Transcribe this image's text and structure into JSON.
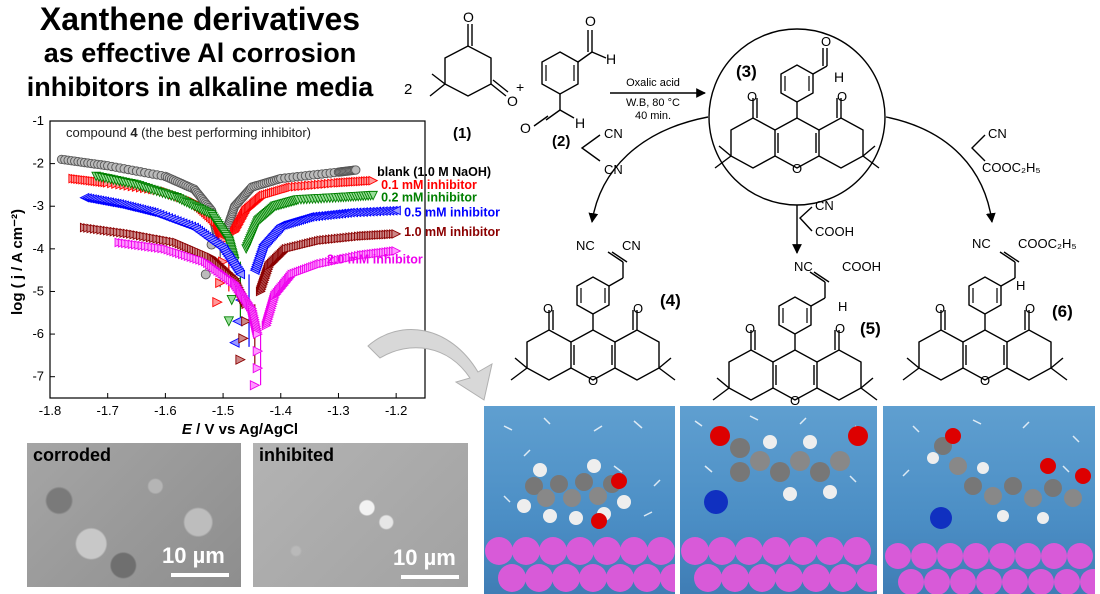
{
  "title": {
    "line1": "Xanthene derivatives",
    "line2": "as effective Al corrosion",
    "line3": "inhibitors in alkaline media"
  },
  "chart_data": {
    "type": "scatter",
    "annotation_prefix": "compound ",
    "annotation_bold": "4",
    "annotation_suffix": " (the best performing inhibitor)",
    "xlabel_italic": "E",
    "xlabel_rest": " / V vs Ag/AgCl",
    "ylabel": "log ( j / A cm⁻²)",
    "xlim": [
      -1.8,
      -1.15
    ],
    "ylim": [
      -7.5,
      -1
    ],
    "xticks": [
      "-1.8",
      "-1.7",
      "-1.6",
      "-1.5",
      "-1.4",
      "-1.3",
      "-1.2"
    ],
    "yticks": [
      "-1",
      "-2",
      "-3",
      "-4",
      "-5",
      "-6",
      "-7"
    ],
    "series": [
      {
        "name": "blank (1.0 M NaOH)",
        "color": "#555555",
        "fill": "#bbbbbb",
        "marker": "circle",
        "ecorr": -1.505,
        "ymin": -4.9,
        "cath": [
          [
            -1.78,
            -1.9
          ],
          [
            -1.7,
            -2.05
          ],
          [
            -1.6,
            -2.3
          ],
          [
            -1.55,
            -2.6
          ],
          [
            -1.52,
            -3.1
          ],
          [
            -1.51,
            -3.7
          ]
        ],
        "anod": [
          [
            -1.495,
            -3.6
          ],
          [
            -1.48,
            -3.0
          ],
          [
            -1.45,
            -2.55
          ],
          [
            -1.4,
            -2.35
          ],
          [
            -1.3,
            -2.2
          ],
          [
            -1.27,
            -2.15
          ]
        ],
        "scatter": [
          [
            -1.52,
            -3.9
          ],
          [
            -1.525,
            -4.25
          ],
          [
            -1.53,
            -4.6
          ]
        ]
      },
      {
        "name": "0.1 mM inhibitor",
        "color": "#ff0000",
        "fill": "#ff9999",
        "marker": "triangle-right",
        "ecorr": -1.49,
        "ymin": -5.0,
        "cath": [
          [
            -1.76,
            -2.35
          ],
          [
            -1.7,
            -2.45
          ],
          [
            -1.6,
            -2.65
          ],
          [
            -1.55,
            -2.9
          ],
          [
            -1.51,
            -3.4
          ],
          [
            -1.5,
            -3.8
          ]
        ],
        "anod": [
          [
            -1.48,
            -3.6
          ],
          [
            -1.46,
            -3.1
          ],
          [
            -1.43,
            -2.75
          ],
          [
            -1.38,
            -2.55
          ],
          [
            -1.3,
            -2.45
          ],
          [
            -1.24,
            -2.4
          ]
        ],
        "scatter": [
          [
            -1.5,
            -4.3
          ],
          [
            -1.505,
            -4.8
          ],
          [
            -1.51,
            -5.25
          ]
        ]
      },
      {
        "name": "0.2 mM inhibitor",
        "color": "#008000",
        "fill": "#99dd99",
        "marker": "triangle-down",
        "ecorr": -1.47,
        "ymin": -5.6,
        "cath": [
          [
            -1.72,
            -2.3
          ],
          [
            -1.65,
            -2.5
          ],
          [
            -1.58,
            -2.8
          ],
          [
            -1.52,
            -3.2
          ],
          [
            -1.49,
            -3.8
          ],
          [
            -1.48,
            -4.3
          ]
        ],
        "anod": [
          [
            -1.46,
            -4.0
          ],
          [
            -1.44,
            -3.35
          ],
          [
            -1.41,
            -3.0
          ],
          [
            -1.37,
            -2.85
          ],
          [
            -1.3,
            -2.8
          ],
          [
            -1.24,
            -2.75
          ]
        ],
        "scatter": [
          [
            -1.48,
            -4.8
          ],
          [
            -1.485,
            -5.2
          ],
          [
            -1.49,
            -5.7
          ]
        ]
      },
      {
        "name": "0.5 mM inhibitor",
        "color": "#0000ff",
        "fill": "#9999ff",
        "marker": "triangle-left",
        "ecorr": -1.455,
        "ymin": -6.3,
        "cath": [
          [
            -1.74,
            -2.8
          ],
          [
            -1.68,
            -2.95
          ],
          [
            -1.62,
            -3.15
          ],
          [
            -1.55,
            -3.5
          ],
          [
            -1.5,
            -4.0
          ],
          [
            -1.47,
            -4.6
          ]
        ],
        "anod": [
          [
            -1.445,
            -4.5
          ],
          [
            -1.43,
            -3.9
          ],
          [
            -1.4,
            -3.45
          ],
          [
            -1.35,
            -3.25
          ],
          [
            -1.28,
            -3.15
          ],
          [
            -1.2,
            -3.1
          ]
        ],
        "scatter": [
          [
            -1.47,
            -5.2
          ],
          [
            -1.475,
            -5.7
          ],
          [
            -1.48,
            -6.2
          ]
        ]
      },
      {
        "name": "1.0 mM inhibitor",
        "color": "#8b0000",
        "fill": "#cc8888",
        "marker": "triangle-right",
        "ecorr": -1.445,
        "ymin": -6.7,
        "cath": [
          [
            -1.74,
            -3.5
          ],
          [
            -1.66,
            -3.65
          ],
          [
            -1.58,
            -3.85
          ],
          [
            -1.52,
            -4.2
          ],
          [
            -1.48,
            -4.7
          ],
          [
            -1.46,
            -5.3
          ]
        ],
        "anod": [
          [
            -1.435,
            -5.0
          ],
          [
            -1.42,
            -4.4
          ],
          [
            -1.39,
            -4.0
          ],
          [
            -1.33,
            -3.8
          ],
          [
            -1.26,
            -3.7
          ],
          [
            -1.2,
            -3.65
          ]
        ],
        "scatter": [
          [
            -1.46,
            -5.7
          ],
          [
            -1.465,
            -6.1
          ],
          [
            -1.47,
            -6.6
          ]
        ]
      },
      {
        "name": "2.0 mM inhibitor",
        "color": "#ee00ee",
        "fill": "#ff99ff",
        "marker": "triangle-right",
        "ecorr": -1.435,
        "ymin": -7.2,
        "cath": [
          [
            -1.68,
            -3.85
          ],
          [
            -1.6,
            -4.0
          ],
          [
            -1.53,
            -4.3
          ],
          [
            -1.48,
            -4.8
          ],
          [
            -1.45,
            -5.4
          ],
          [
            -1.44,
            -6.0
          ]
        ],
        "anod": [
          [
            -1.425,
            -5.8
          ],
          [
            -1.41,
            -5.1
          ],
          [
            -1.38,
            -4.6
          ],
          [
            -1.33,
            -4.35
          ],
          [
            -1.26,
            -4.15
          ],
          [
            -1.2,
            -4.05
          ]
        ],
        "scatter": [
          [
            -1.44,
            -6.4
          ],
          [
            -1.44,
            -6.8
          ],
          [
            -1.445,
            -7.2
          ]
        ]
      }
    ]
  },
  "scheme": {
    "coef": "2",
    "plus": "+",
    "label1": "(1)",
    "label2": "(2)",
    "label3": "(3)",
    "label4": "(4)",
    "label5": "(5)",
    "label6": "(6)",
    "cond1": "Oxalic acid",
    "cond2": "W.B, 80 °C",
    "cond3": "40 min.",
    "reagent_cn1": "CN",
    "reagent_cn2": "CN",
    "reagent_mid_cn": "CN",
    "reagent_mid_cooh": "COOH",
    "reagent_right_cn": "CN",
    "reagent_right_ester": "COOC₂H₅",
    "p4_nc": "NC",
    "p4_cn": "CN",
    "p5_nc": "NC",
    "p5_cooh": "COOH",
    "p6_nc": "NC",
    "p6_ester": "COOC₂H₅",
    "atom_o": "O",
    "atom_h": "H"
  },
  "sem": {
    "left_label": "corroded",
    "right_label": "inhibited",
    "scale": "10 µm"
  }
}
